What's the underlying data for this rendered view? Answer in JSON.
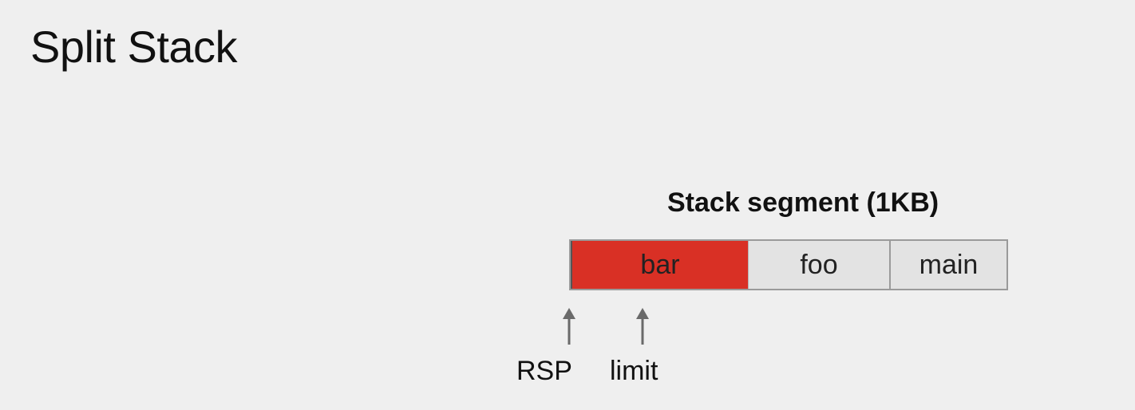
{
  "title": "Split Stack",
  "segment": {
    "label": "Stack segment (1KB)",
    "frames": [
      {
        "name": "bar",
        "color": "#d93025"
      },
      {
        "name": "foo",
        "color": "#e3e3e3"
      },
      {
        "name": "main",
        "color": "#e3e3e3"
      }
    ]
  },
  "pointers": {
    "rsp": "RSP",
    "limit": "limit"
  },
  "colors": {
    "background": "#efefef",
    "frame_bar": "#d93025",
    "frame_default": "#e3e3e3",
    "arrow": "#6a6a6a"
  }
}
